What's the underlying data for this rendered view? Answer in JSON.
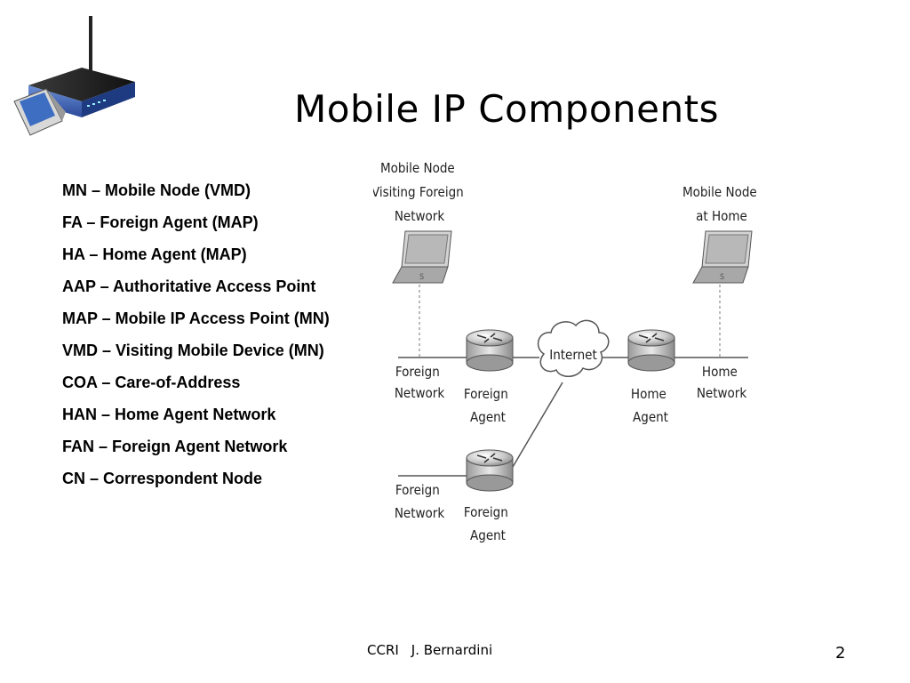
{
  "slide": {
    "title": "Mobile IP Components",
    "definitions": [
      "MN – Mobile Node (VMD)",
      "FA – Foreign Agent (MAP)",
      "HA – Home Agent (MAP)",
      "AAP – Authoritative  Access Point",
      "MAP – Mobile IP Access Point (MN)",
      "VMD – Visiting Mobile Device (MN)",
      "COA – Care-of-Address",
      "HAN – Home Agent Network",
      "FAN – Foreign Agent Network",
      "CN – Correspondent Node"
    ],
    "footer": {
      "org": "CCRI",
      "author": "J. Bernardini",
      "page": "2"
    }
  },
  "diagram": {
    "mn_visiting": [
      "Mobile Node",
      "Visiting Foreign",
      "Network"
    ],
    "mn_home": [
      "Mobile Node",
      "at Home"
    ],
    "foreign_network_1": [
      "Foreign",
      "Network"
    ],
    "foreign_agent_1": [
      "Foreign",
      "Agent"
    ],
    "internet": "Internet",
    "home_agent": [
      "Home",
      "Agent"
    ],
    "home_network": [
      "Home",
      "Network"
    ],
    "foreign_network_2": [
      "Foreign",
      "Network"
    ],
    "foreign_agent_2": [
      "Foreign",
      "Agent"
    ]
  },
  "icons": [
    "wireless-router-icon",
    "laptop-icon",
    "router-icon",
    "cloud-icon"
  ],
  "colors": {
    "router_blue": "#3a5fb0",
    "router_dark": "#2a2a2a",
    "laptop_gray": "#a0a0a0"
  }
}
